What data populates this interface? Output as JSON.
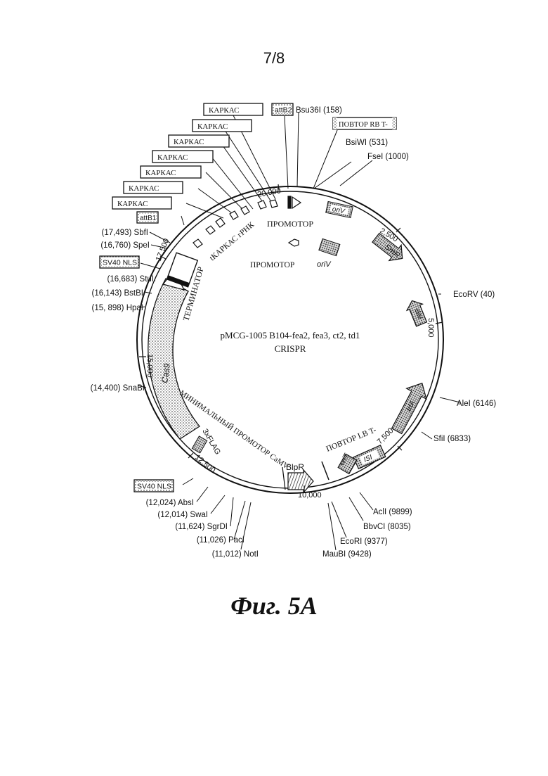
{
  "page": {
    "number": "7/8",
    "caption": "Фиг. 5А"
  },
  "plasmid": {
    "name": "pMCG-1005 B104-fea2, fea3, ct2, td1",
    "subtitle": "CRISPR",
    "scale": [
      "2,500",
      "5,000",
      "7,500",
      "10,000",
      "12,500",
      "15,000",
      "17,500",
      "20,000"
    ],
    "restriction_sites": [
      "Bsu36I (158)",
      "BsiWI (531)",
      "FseI (1000)",
      "EcoRV (40)",
      "AleI (6146)",
      "SfiI (6833)",
      "AclI (9899)",
      "BbvCI (8035)",
      "EcoRI (9377)",
      "MauBI (9428)",
      "(11,012) NotI",
      "(11,026) PacI",
      "(11,624) SgrDI",
      "(12,014) SwaI",
      "(12,024) AbsI",
      "(14,400) SnaBI",
      "(15, 898) HpaI",
      "(16,143) BstBI",
      "(16,683) StuI",
      "(16,760) SpeI",
      "(17,493) SbfI"
    ],
    "boxed_labels": {
      "karkas": [
        "КАРКАС",
        "КАРКАС",
        "КАРКАС",
        "КАРКАС",
        "КАРКАС",
        "КАРКАС",
        "КАРКАС"
      ],
      "attB2": "attB2",
      "attB1": "attB1",
      "repeat_rb": "ПОВТОР RB T-",
      "sv40_top": "SV40 NLS",
      "sv40_bottom": "SV40 NLS"
    },
    "features": {
      "oriV_box": "oriV",
      "oriV_label": "oriV",
      "smr": "SmR",
      "rep": "rep",
      "trfa": "trfA",
      "is": "ISI",
      "orit": "oriT",
      "blpr": "BlpR",
      "cas9": "Cas9",
      "flag": "3xFLAG",
      "promoter_1": "ПРОМОТОР",
      "promoter_2": "ПРОМОТОР",
      "grna": "tКАРКАС гРНК",
      "terminator": "ТЕРМИНАТОР",
      "min_promoter": "МИНИМАЛЬНЫЙ ПРОМОТОР CaMV",
      "repeat_lb": "ПОВТОР LB T-"
    }
  }
}
